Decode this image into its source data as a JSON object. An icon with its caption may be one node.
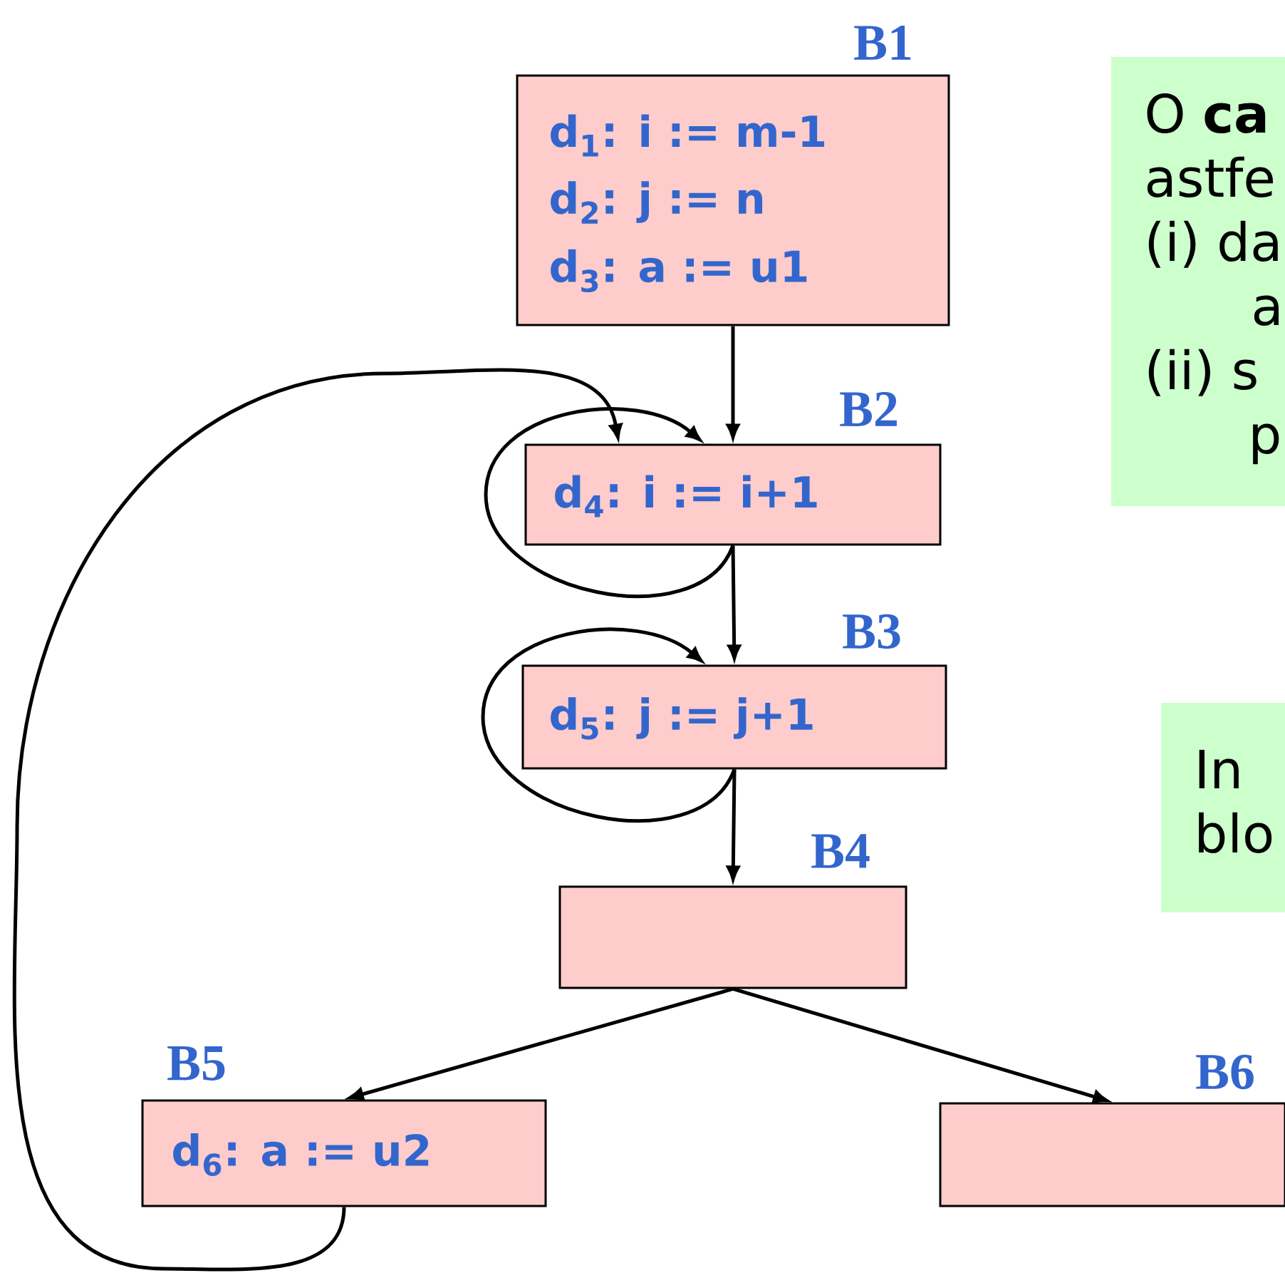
{
  "diagram": {
    "nodes": [
      {
        "text": [
          "d$_{1}$:  i := m-1",
          "d$_{2}$:  j := n",
          "d$_{3}$:  a := u1"
        ],
        "beside": [
          "B1"
        ]
      },
      {
        "text": [
          "d$_{4}$:  i := i+1"
        ],
        "beside": [
          "B2"
        ]
      },
      {
        "text": [
          "d$_{5}$:  j := j+1"
        ],
        "beside": [
          "B3"
        ]
      },
      {
        "text": [],
        "shape": "box",
        "beside": [
          "B4"
        ]
      },
      {
        "text": [
          "d$_{6}$:  a := u2"
        ],
        "beside": [
          "B5"
        ]
      },
      {
        "text": [],
        "shape": "box",
        "beside": [
          "B6"
        ]
      },
      {
        "text": [
          "O **ca**",
          "astfe",
          "(i) da",
          "a",
          "(ii) s",
          "p"
        ]
      },
      {
        "text": [
          "In",
          "blo"
        ]
      }
    ],
    "edges": [
      {
        "from": 0,
        "to": 1,
        "arrow": "to"
      },
      {
        "from": 1,
        "to": 1,
        "arrow": "to"
      },
      {
        "from": 1,
        "to": 2,
        "arrow": "to"
      },
      {
        "from": 2,
        "to": 2,
        "arrow": "to"
      },
      {
        "from": 2,
        "to": 3,
        "arrow": "to"
      },
      {
        "from": 3,
        "to": 4,
        "arrow": "to"
      },
      {
        "from": 3,
        "to": 5,
        "arrow": "to"
      },
      {
        "from": 4,
        "to": 1,
        "arrow": "to"
      }
    ]
  }
}
